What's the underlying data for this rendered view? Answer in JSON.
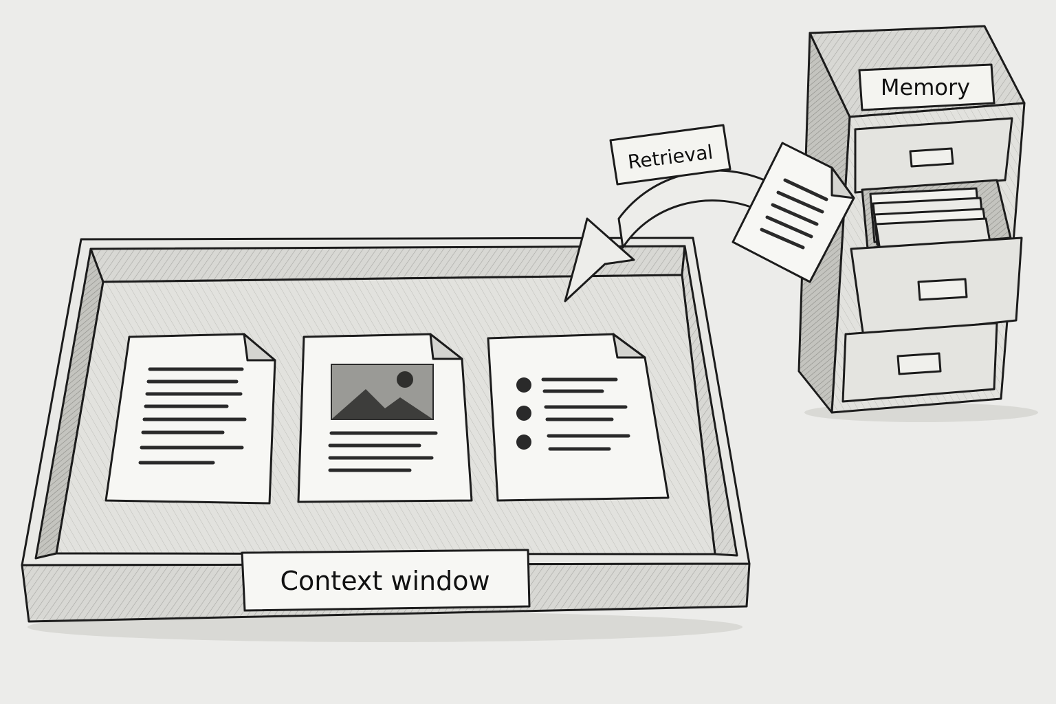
{
  "labels": {
    "context_window": "Context window",
    "memory": "Memory",
    "retrieval": "Retrieval"
  },
  "icons": {
    "tray": "context-tray",
    "cabinet": "filing-cabinet-icon",
    "arrow": "curved-arrow-icon",
    "retrieved_doc": "document-icon",
    "text_doc": "text-document-icon",
    "image_doc": "image-document-icon",
    "list_doc": "bullet-list-document-icon"
  },
  "colors": {
    "paper": "#f7f7f4",
    "background": "#ececea",
    "ink": "#1c1c1c",
    "shade": "#cfcfcb",
    "dark_shade": "#b5b5b0",
    "image_fill": "#9a9a96",
    "mountain": "#3d3d3b"
  }
}
